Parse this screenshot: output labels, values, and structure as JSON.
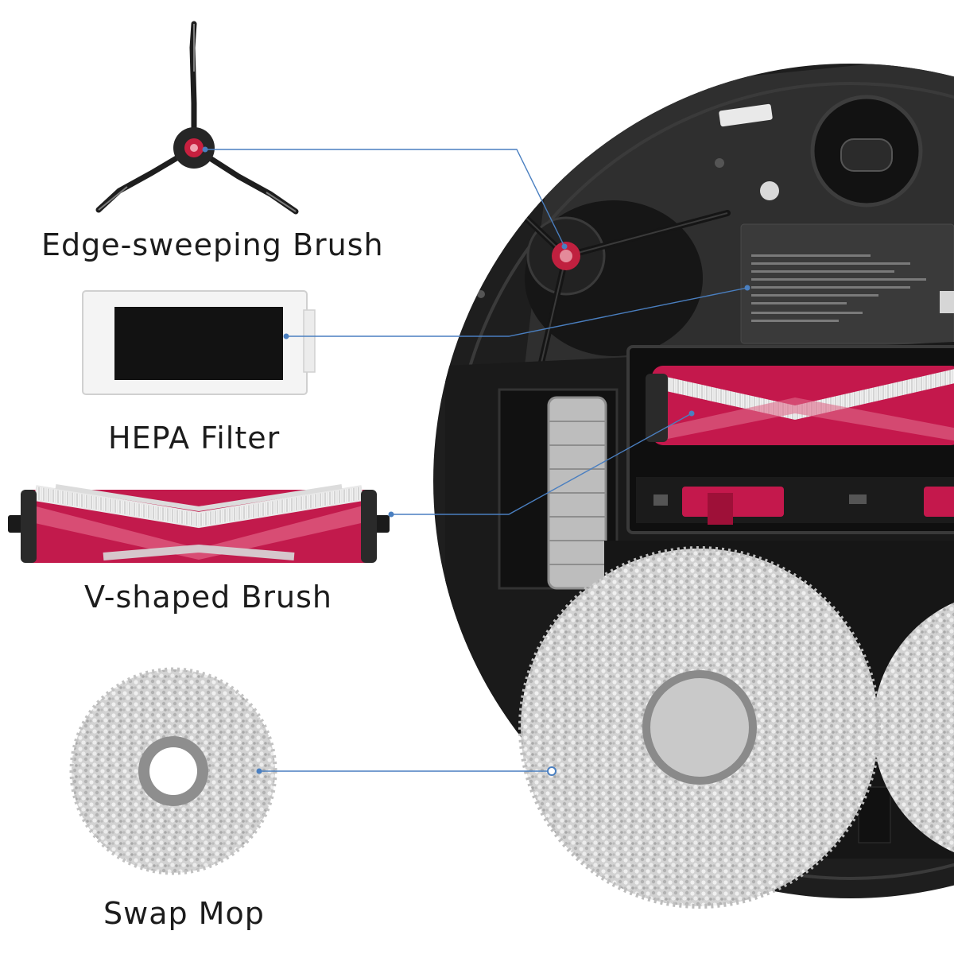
{
  "parts": {
    "edge_brush": {
      "label": "Edge-sweeping Brush",
      "icon": "edge-sweeping-brush-icon"
    },
    "hepa_filter": {
      "label": "HEPA Filter",
      "icon": "hepa-filter-icon"
    },
    "v_brush": {
      "label": "V-shaped Brush",
      "icon": "v-shaped-brush-icon"
    },
    "swap_mop": {
      "label": "Swap Mop",
      "icon": "swap-mop-icon"
    }
  },
  "colors": {
    "callout_line": "#4a7fc0",
    "robot_body": "#1d1d1d",
    "brush_red": "#c4184c",
    "mop_gray": "#cfcfcf"
  }
}
